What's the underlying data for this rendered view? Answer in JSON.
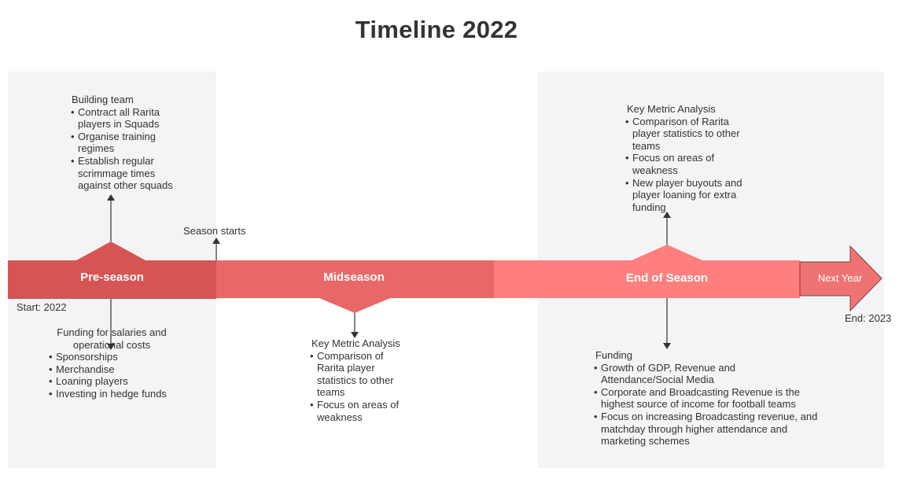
{
  "title": "Timeline 2022",
  "start_label": "Start: 2022",
  "end_label": "End: 2023",
  "season_starts": "Season starts",
  "colors": {
    "preseason": "#d65454",
    "midseason": "#e86868",
    "endseason": "#ff7f7f",
    "nextyear": "#ef7373",
    "panel": "#f4f4f6",
    "text": "#333333"
  },
  "phases": {
    "preseason": "Pre-season",
    "midseason": "Midseason",
    "endseason": "End of Season",
    "nextyear": "Next Year"
  },
  "preseason_top": {
    "heading": "Building team",
    "items": [
      "Contract all Rarita players in Squads",
      "Organise training regimes",
      "Establish regular scrimmage times against other squads"
    ]
  },
  "preseason_bottom": {
    "heading": "Funding for salaries and operational costs",
    "items": [
      "Sponsorships",
      "Merchandise",
      "Loaning players",
      "Investing in hedge funds"
    ]
  },
  "midseason_bottom": {
    "heading": "Key Metric Analysis",
    "items": [
      "Comparison of Rarita player statistics to other teams",
      "Focus on areas of weakness"
    ]
  },
  "endseason_top": {
    "heading": "Key Metric Analysis",
    "items": [
      "Comparison of Rarita player statistics to other teams",
      "Focus on areas of weakness",
      "New player buyouts and player loaning for extra funding"
    ]
  },
  "endseason_bottom": {
    "heading": "Funding",
    "items": [
      "Growth of GDP, Revenue and Attendance/Social Media",
      "Corporate and Broadcasting Revenue is the highest source of income for football teams",
      "Focus on increasing Broadcasting revenue, and matchday through higher attendance and marketing schemes"
    ]
  }
}
